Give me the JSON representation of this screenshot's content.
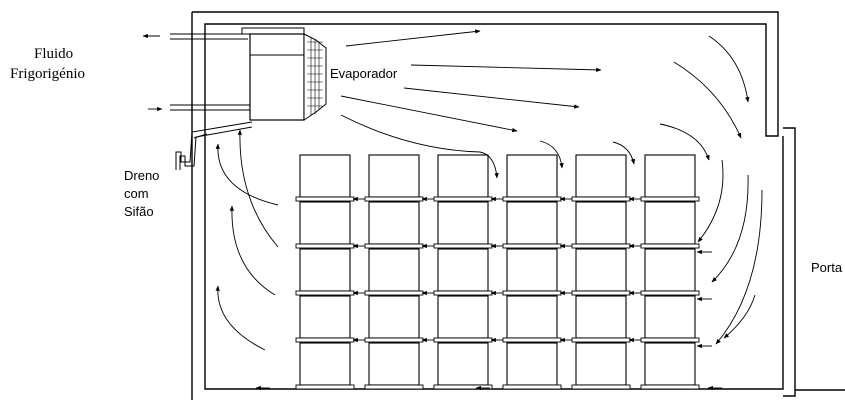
{
  "labels": {
    "fluid_line1": "Fluido",
    "fluid_line2": "Frigorigénio",
    "evaporator": "Evaporador",
    "drain_line1": "Dreno",
    "drain_line2": "com",
    "drain_line3": "Sifão",
    "door": "Porta"
  },
  "layout": {
    "columns": 6,
    "rows": 5
  },
  "colors": {
    "stroke": "#000000",
    "background": "#ffffff"
  }
}
